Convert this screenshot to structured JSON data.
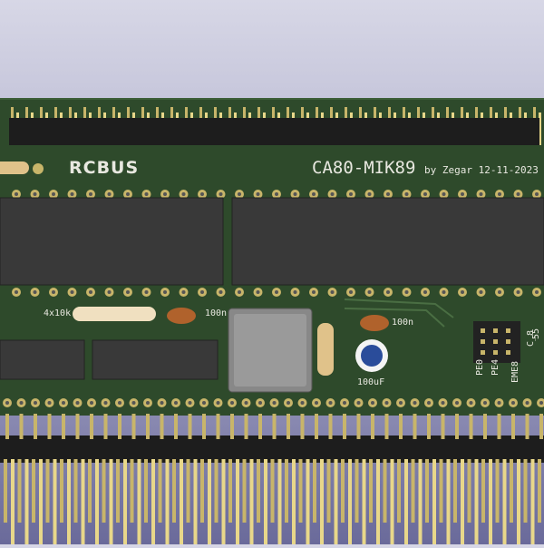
{
  "board": {
    "logo": "RCBUS",
    "title": "CA80-MIK89",
    "credit": "by Zegar 12-11-2023"
  },
  "labels": {
    "res_array": "4x10k",
    "cap_a": "100n",
    "cap_b": "100n",
    "electrolytic": "100uF",
    "pe0": "PE0",
    "pe4": "PE4",
    "eme8": "EME8",
    "c_ref": "C_8",
    "c_value": "55"
  },
  "colors": {
    "pcb": "#2e4a2b",
    "silkscreen": "#e8e8e0",
    "pad_gold": "#c8b56a",
    "ic_body": "#3a3a3a"
  }
}
